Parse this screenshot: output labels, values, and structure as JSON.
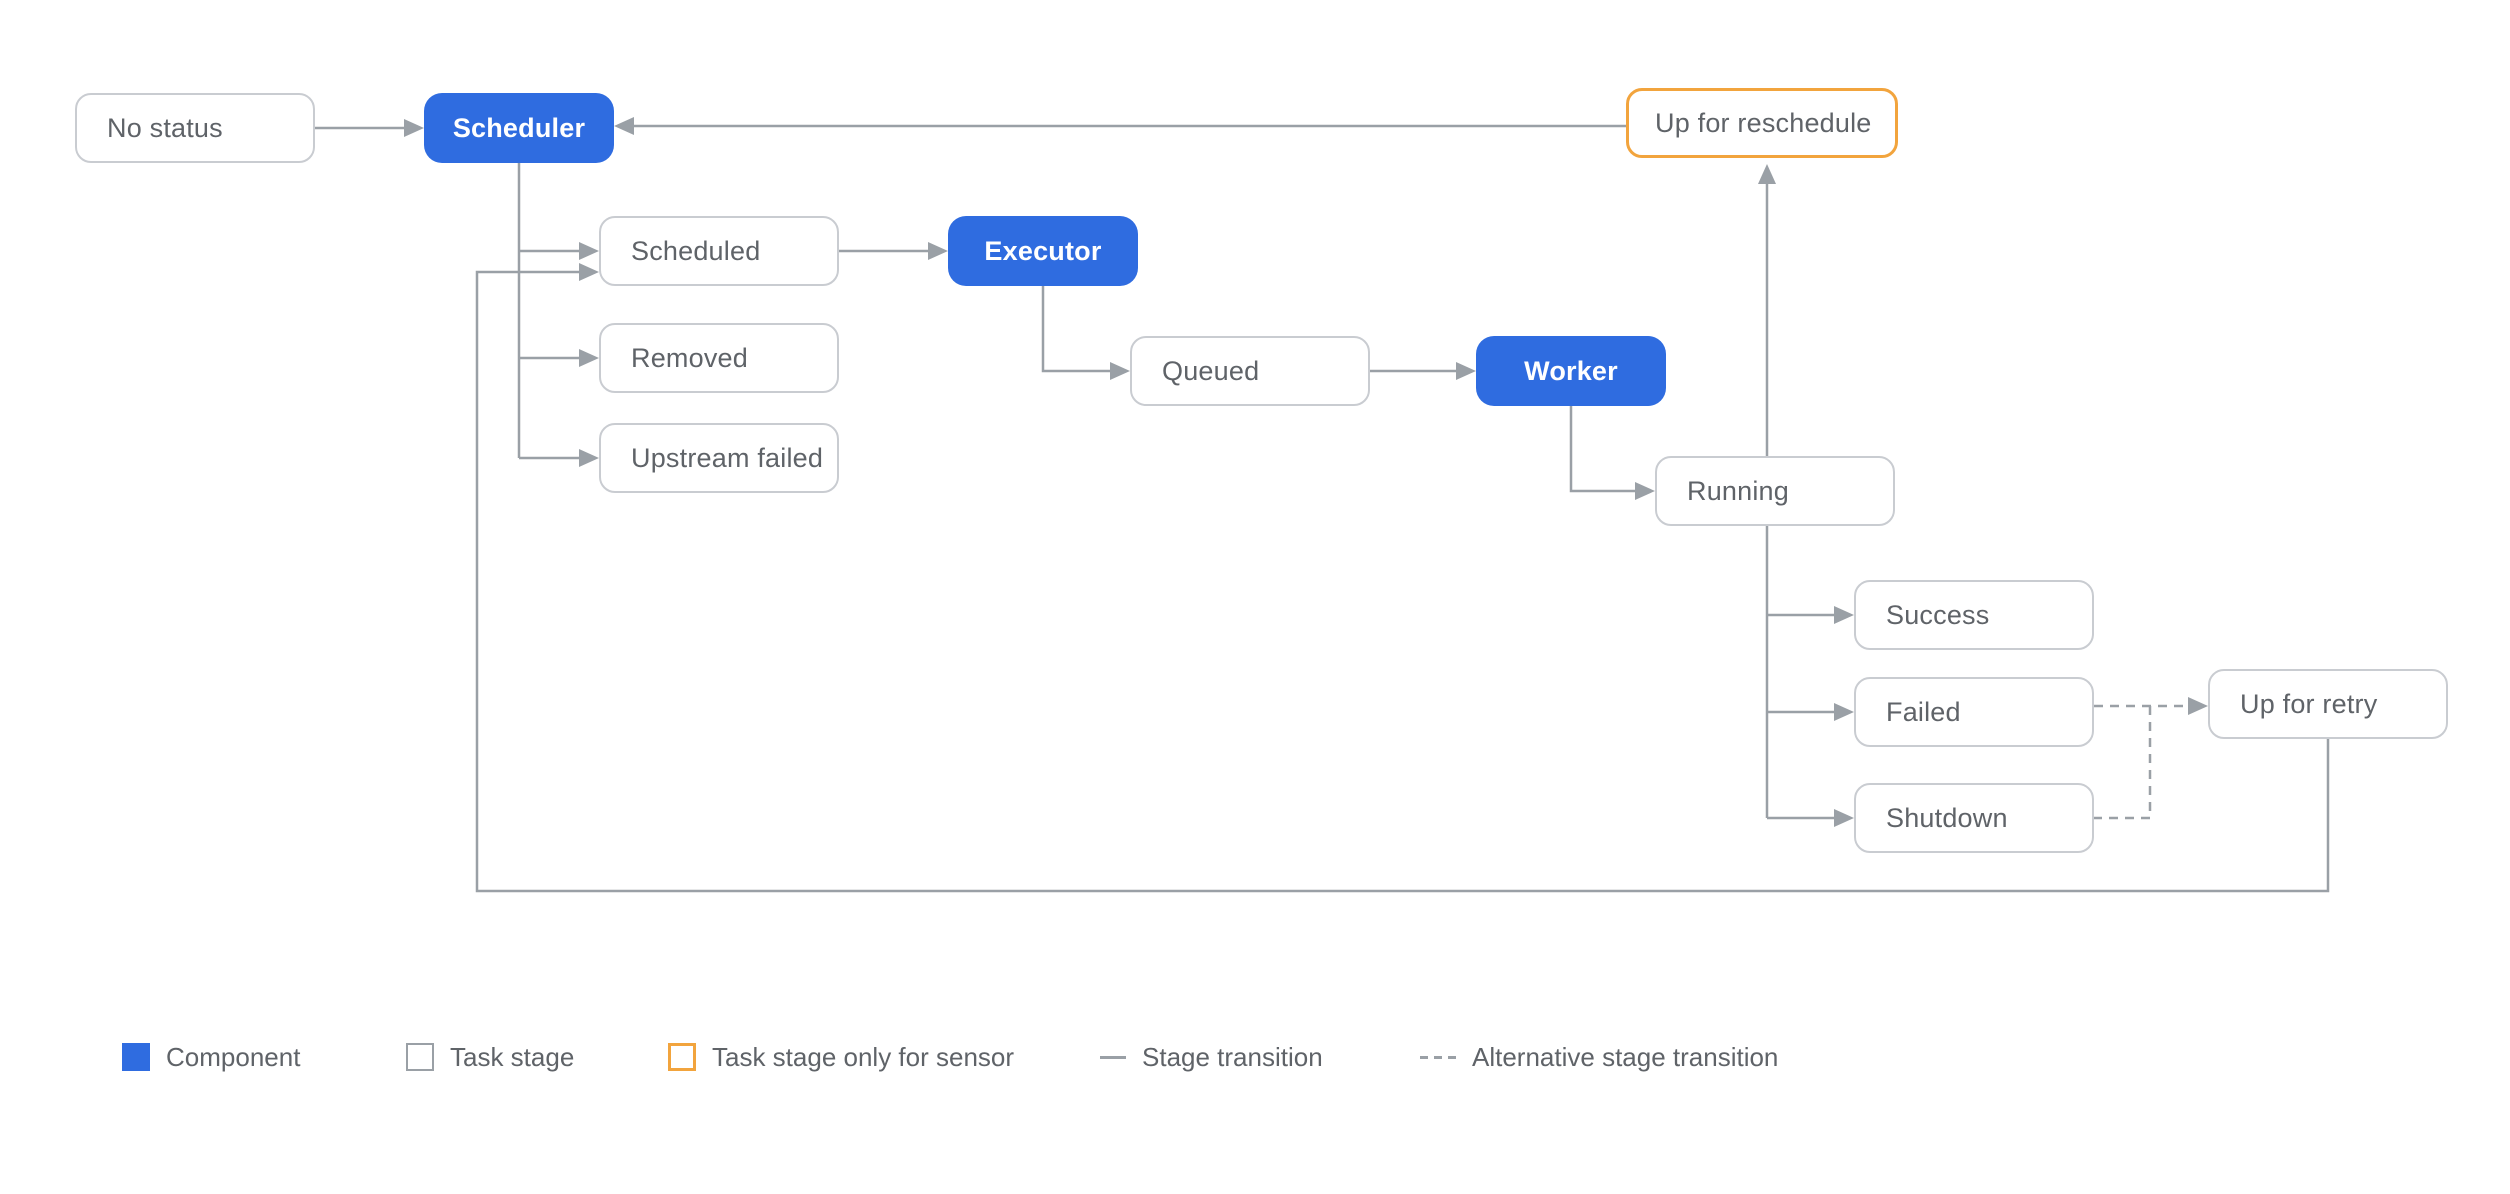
{
  "diagram": {
    "nodes": {
      "no_status": {
        "label": "No status",
        "type": "task-stage"
      },
      "scheduler": {
        "label": "Scheduler",
        "type": "component"
      },
      "up_for_reschedule": {
        "label": "Up for reschedule",
        "type": "task-stage-sensor"
      },
      "scheduled": {
        "label": "Scheduled",
        "type": "task-stage"
      },
      "executor": {
        "label": "Executor",
        "type": "component"
      },
      "removed": {
        "label": "Removed",
        "type": "task-stage"
      },
      "upstream_failed": {
        "label": "Upstream failed",
        "type": "task-stage"
      },
      "queued": {
        "label": "Queued",
        "type": "task-stage"
      },
      "worker": {
        "label": "Worker",
        "type": "component"
      },
      "running": {
        "label": "Running",
        "type": "task-stage"
      },
      "success": {
        "label": "Success",
        "type": "task-stage"
      },
      "failed": {
        "label": "Failed",
        "type": "task-stage"
      },
      "shutdown": {
        "label": "Shutdown",
        "type": "task-stage"
      },
      "up_for_retry": {
        "label": "Up for retry",
        "type": "task-stage"
      }
    },
    "edges": [
      {
        "from": "no_status",
        "to": "scheduler",
        "style": "solid"
      },
      {
        "from": "up_for_reschedule",
        "to": "scheduler",
        "style": "solid"
      },
      {
        "from": "scheduler",
        "to": "scheduled",
        "style": "solid"
      },
      {
        "from": "scheduler",
        "to": "removed",
        "style": "solid"
      },
      {
        "from": "scheduler",
        "to": "upstream_failed",
        "style": "solid"
      },
      {
        "from": "scheduled",
        "to": "executor",
        "style": "solid"
      },
      {
        "from": "executor",
        "to": "queued",
        "style": "solid"
      },
      {
        "from": "queued",
        "to": "worker",
        "style": "solid"
      },
      {
        "from": "worker",
        "to": "running",
        "style": "solid"
      },
      {
        "from": "running",
        "to": "up_for_reschedule",
        "style": "solid"
      },
      {
        "from": "running",
        "to": "success",
        "style": "solid"
      },
      {
        "from": "running",
        "to": "failed",
        "style": "solid"
      },
      {
        "from": "running",
        "to": "shutdown",
        "style": "solid"
      },
      {
        "from": "failed",
        "to": "up_for_retry",
        "style": "dashed"
      },
      {
        "from": "shutdown",
        "to": "up_for_retry",
        "style": "dashed"
      },
      {
        "from": "up_for_retry",
        "to": "scheduled",
        "style": "solid"
      }
    ],
    "colors": {
      "component_fill": "#2f6ce0",
      "component_text": "#ffffff",
      "task_stage_border": "#c9ccd1",
      "sensor_border": "#f2a43d",
      "transition_line": "#9aa0a6",
      "label_text": "#5f6368",
      "background": "#ffffff"
    }
  },
  "legend": {
    "component": "Component",
    "task_stage": "Task stage",
    "sensor": "Task stage only for sensor",
    "transition": "Stage transition",
    "alt_transition": "Alternative stage transition"
  }
}
